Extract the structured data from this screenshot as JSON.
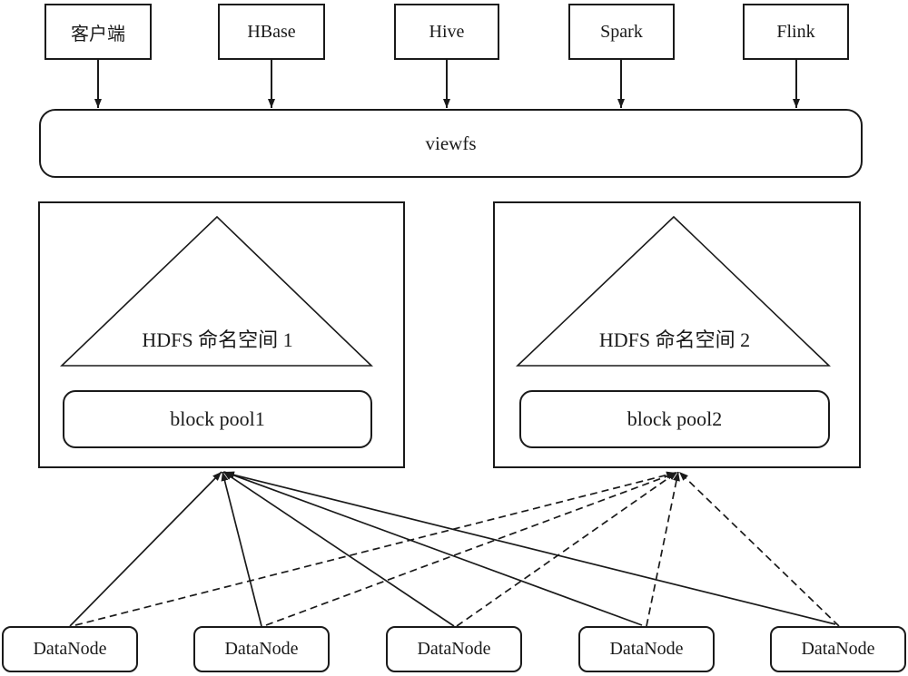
{
  "colors": {
    "ink": "#1a1a1a",
    "background": "#ffffff"
  },
  "clients": [
    {
      "label": "客户端"
    },
    {
      "label": "HBase"
    },
    {
      "label": "Hive"
    },
    {
      "label": "Spark"
    },
    {
      "label": "Flink"
    }
  ],
  "gateway": {
    "label": "viewfs"
  },
  "namespaces": [
    {
      "title": "HDFS 命名空间 1",
      "pool_label": "block pool1"
    },
    {
      "title": "HDFS 命名空间 2",
      "pool_label": "block pool2"
    }
  ],
  "datanodes": [
    {
      "label": "DataNode"
    },
    {
      "label": "DataNode"
    },
    {
      "label": "DataNode"
    },
    {
      "label": "DataNode"
    },
    {
      "label": "DataNode"
    }
  ]
}
